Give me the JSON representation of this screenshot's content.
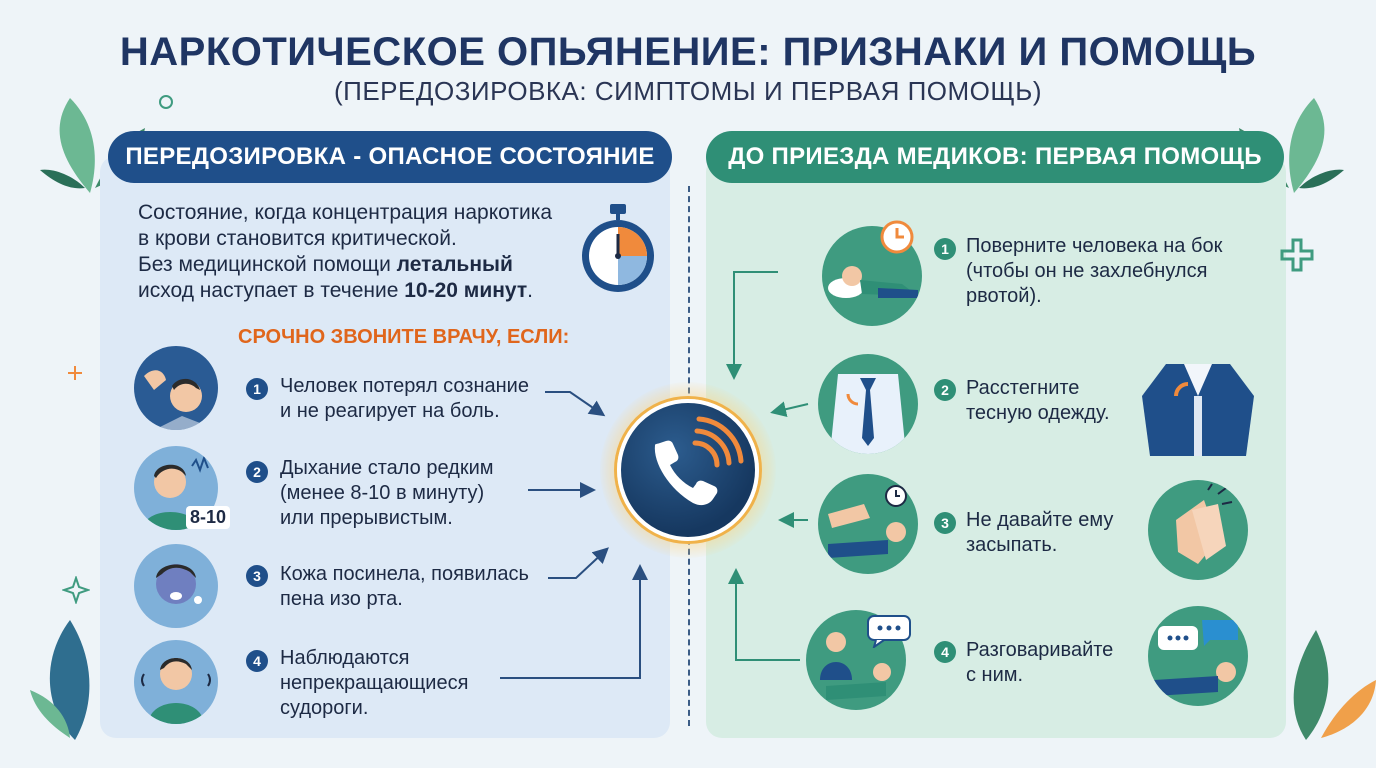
{
  "title": "НАРКОТИЧЕСКОЕ ОПЬЯНЕНИЕ: ПРИЗНАКИ И ПОМОЩЬ",
  "subtitle": "(ПЕРЕДОЗИРОВКА: СИМПТОМЫ И ПЕРВАЯ ПОМОЩЬ)",
  "left": {
    "header": "ПЕРЕДОЗИРОВКА - ОПАСНОЕ СОСТОЯНИЕ",
    "intro_lines": {
      "l1": "Состояние, когда концентрация наркотика",
      "l2": "в крови становится критической.",
      "l3a": "Без медицинской помощи ",
      "l3b": "летальный",
      "l4a": "исход наступает в течение ",
      "l4b": "10-20 минут",
      "l4c": "."
    },
    "urgent": "СРОЧНО ЗВОНИТЕ ВРАЧУ, ЕСЛИ:",
    "items": [
      {
        "num": "1",
        "l1": "Человек потерял сознание",
        "l2": "и не реагирует на боль.",
        "l3": ""
      },
      {
        "num": "2",
        "l1": "Дыхание стало редким",
        "l2": "(менее 8-10 в минуту)",
        "l3": "или прерывистым.",
        "badge": "8-10"
      },
      {
        "num": "3",
        "l1": "Кожа посинела, появилась",
        "l2": "пена изо рта.",
        "l3": ""
      },
      {
        "num": "4",
        "l1": "Наблюдаются",
        "l2": "непрекращающиеся",
        "l3": "судороги."
      }
    ]
  },
  "right": {
    "header": "ДО ПРИЕЗДА МЕДИКОВ: ПЕРВАЯ ПОМОЩЬ",
    "items": [
      {
        "num": "1",
        "l1": "Поверните человека на бок",
        "l2": "(чтобы он не захлебнулся",
        "l3": "рвотой)."
      },
      {
        "num": "2",
        "l1": "Расстегните",
        "l2": "тесную одежду.",
        "l3": ""
      },
      {
        "num": "3",
        "l1": "Не давайте ему",
        "l2": "засыпать.",
        "l3": ""
      },
      {
        "num": "4",
        "l1": "Разговаривайте",
        "l2": "с ним.",
        "l3": ""
      }
    ]
  },
  "icons": {
    "stopwatch": "stopwatch-icon",
    "phone": "phone-icon",
    "colors": {
      "navy": "#1f4f8a",
      "green": "#2f8f76",
      "orange": "#e0661c"
    }
  }
}
